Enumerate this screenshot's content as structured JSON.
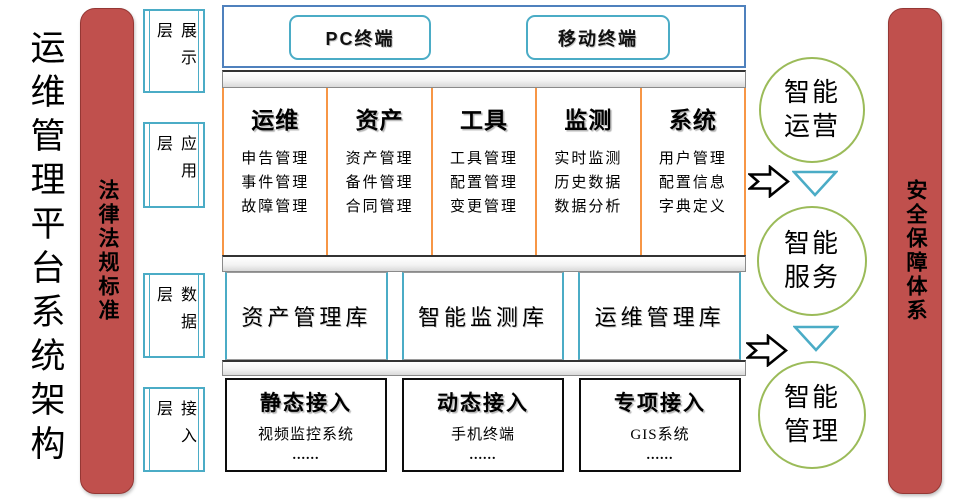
{
  "page_title": "运维管理平台系统架构",
  "left_rail": {
    "label": "法律法规标准"
  },
  "right_rail": {
    "label": "安全保障体系"
  },
  "layers": [
    {
      "label": "展示层"
    },
    {
      "label": "应用层"
    },
    {
      "label": "数据层"
    },
    {
      "label": "接入层"
    }
  ],
  "display": {
    "terminals": [
      "PC终端",
      "移动终端"
    ]
  },
  "app": {
    "columns": [
      {
        "title": "运维",
        "items": [
          "申告管理",
          "事件管理",
          "故障管理"
        ]
      },
      {
        "title": "资产",
        "items": [
          "资产管理",
          "备件管理",
          "合同管理"
        ]
      },
      {
        "title": "工具",
        "items": [
          "工具管理",
          "配置管理",
          "变更管理"
        ]
      },
      {
        "title": "监测",
        "items": [
          "实时监测",
          "历史数据",
          "数据分析"
        ]
      },
      {
        "title": "系统",
        "items": [
          "用户管理",
          "配置信息",
          "字典定义"
        ]
      }
    ]
  },
  "data_layer": {
    "databases": [
      "资产管理库",
      "智能监测库",
      "运维管理库"
    ]
  },
  "access": {
    "boxes": [
      {
        "title": "静态接入",
        "items": [
          "视频监控系统",
          "......"
        ]
      },
      {
        "title": "动态接入",
        "items": [
          "手机终端",
          "......"
        ]
      },
      {
        "title": "专项接入",
        "items": [
          "GIS系统",
          "......"
        ]
      }
    ]
  },
  "outcomes": [
    "智能运营",
    "智能服务",
    "智能管理"
  ],
  "colors": {
    "blue": "#4F81BD",
    "teal": "#4BACC6",
    "orange": "#F79646",
    "green": "#9BBB59",
    "red": "#C0504D",
    "bus_gray": "#E8E8E8"
  }
}
